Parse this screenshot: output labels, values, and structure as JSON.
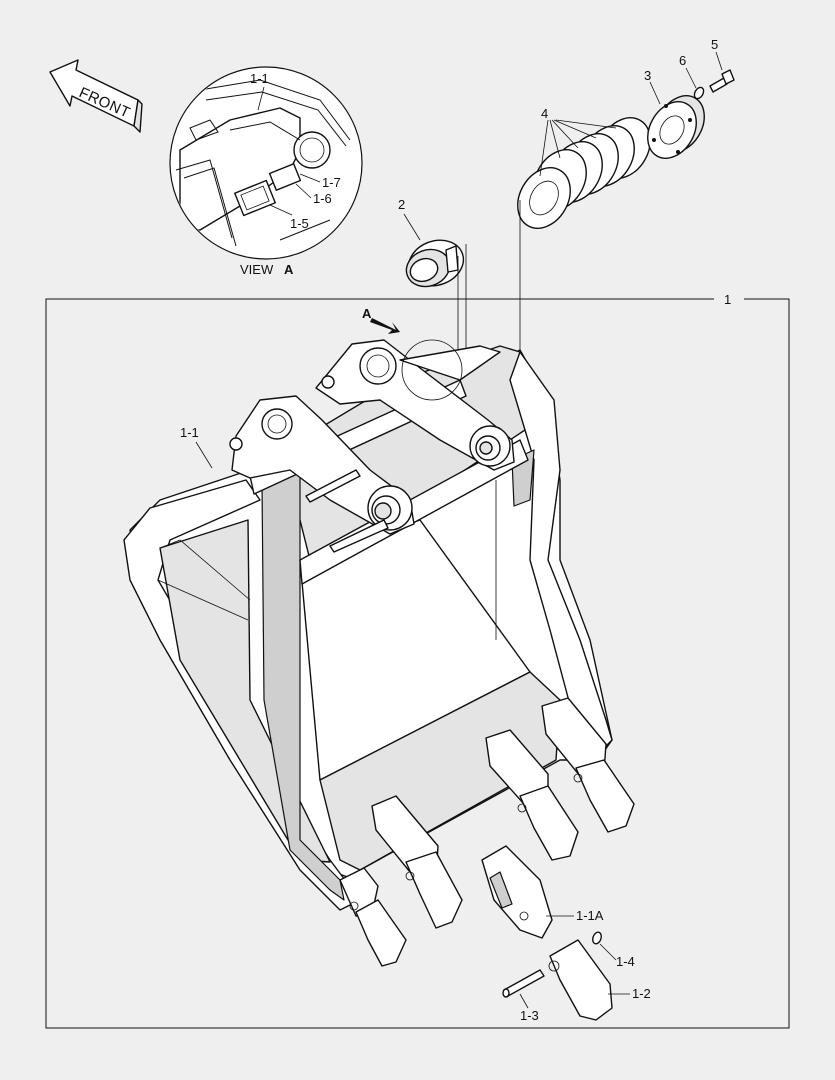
{
  "front_arrow": {
    "label": "FRONT"
  },
  "view": {
    "prefix": "VIEW",
    "letter": "A"
  },
  "view_arrow_label": "A",
  "callouts": {
    "main_assembly": "1",
    "bucket_body": "1-1",
    "view_bucket_body": "1-1",
    "tooth_adapter": "1-1A",
    "tooth_point": "1-2",
    "pin": "1-3",
    "lock_washer": "1-4",
    "plate_1_5": "1-5",
    "plate_1_6": "1-6",
    "plate_1_7": "1-7",
    "bushing": "2",
    "flange": "3",
    "shims": "4",
    "bolt": "5",
    "washer": "6"
  },
  "colors": {
    "background": "#efefef",
    "line": "#111111",
    "part_fill": "#ffffff",
    "shade": "#e4e4e4"
  }
}
